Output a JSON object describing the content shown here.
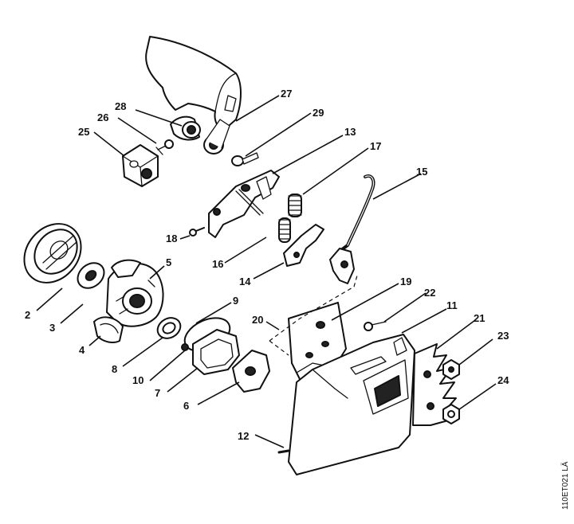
{
  "callouts": {
    "c1": "2",
    "c2": "3",
    "c3": "4",
    "c4": "5",
    "c5": "6",
    "c6": "7",
    "c7": "8",
    "c8": "9",
    "c9": "10",
    "c10": "11",
    "c11": "12",
    "c12": "13",
    "c13": "14",
    "c14": "15",
    "c15": "16",
    "c16": "17",
    "c17": "18",
    "c18": "19",
    "c19": "20",
    "c20": "21",
    "c21": "22",
    "c22": "23",
    "c23": "24",
    "c24": "25",
    "c25": "26",
    "c26": "27",
    "c27": "28",
    "c28": "29"
  },
  "reference_code": "110ET021 LÄ"
}
